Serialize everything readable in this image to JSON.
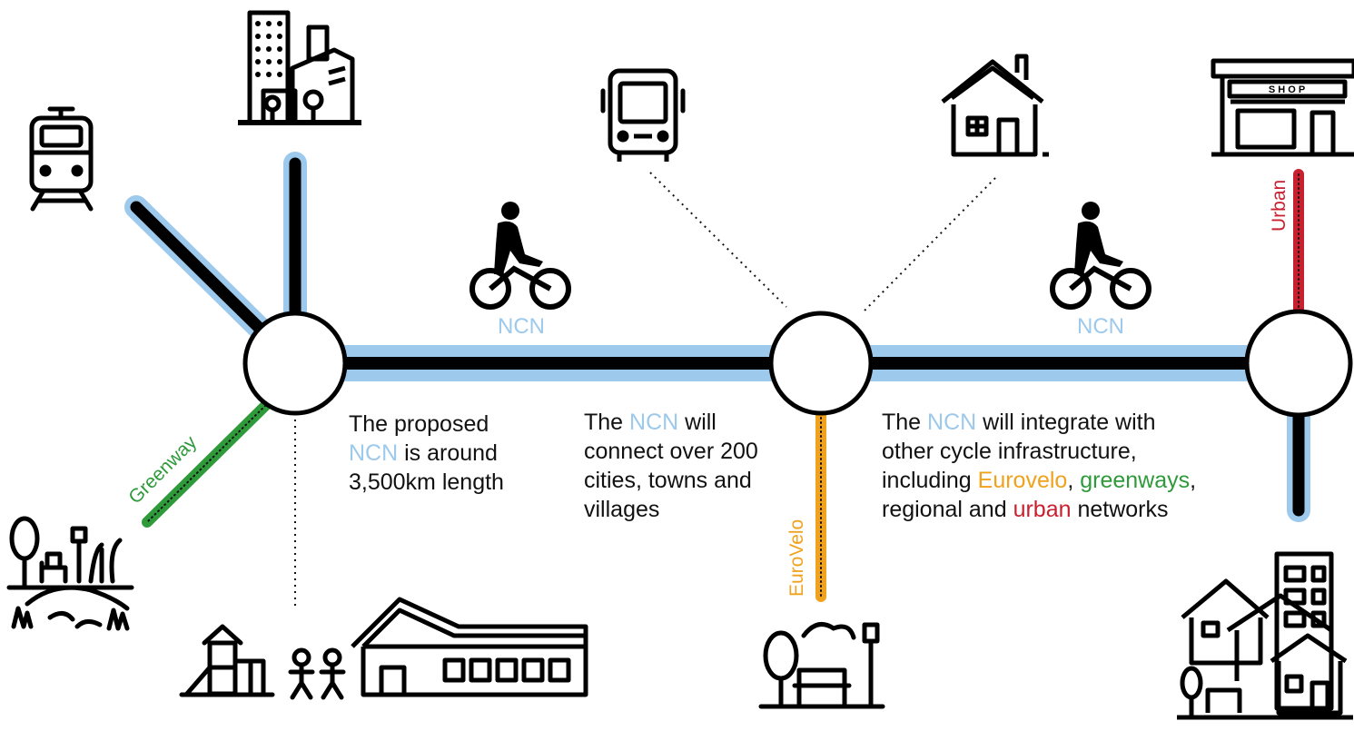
{
  "network": {
    "ncn_label": "NCN",
    "greenway_label": "Greenway",
    "eurovelo_label": "EuroVelo",
    "urban_label": "Urban",
    "shop_sign": "S H O P"
  },
  "captions": {
    "length": {
      "line1": "The proposed",
      "ncn": "NCN",
      "line2_rest": " is around",
      "line3": "3,500km length"
    },
    "connect": {
      "prefix": "The ",
      "ncn": "NCN",
      "suffix": " will",
      "line2": "connect over 200",
      "line3": "cities, towns and",
      "line4": "villages"
    },
    "integrate": {
      "prefix": "The ",
      "ncn": "NCN",
      "suffix": " will integrate with",
      "line2": "other cycle infrastructure,",
      "line3_a": "including ",
      "eurovelo": "Eurovelo",
      "comma1": ", ",
      "greenways": "greenways",
      "comma2": ",",
      "line4_a": "regional and ",
      "urban": "urban",
      "line4_b": " networks"
    }
  },
  "colors": {
    "ncn_blue": "#9cc9ec",
    "greenway_green": "#2e9a3a",
    "eurovelo_orange": "#f0a21c",
    "urban_red": "#c8202f",
    "line_black": "#000000"
  },
  "icons": [
    "tram-icon",
    "city-buildings-icon",
    "bus-icon",
    "house-icon",
    "shop-icon",
    "cyclist-icon",
    "park-icon",
    "playground-icon",
    "children-icon",
    "school-icon",
    "town-icon"
  ]
}
